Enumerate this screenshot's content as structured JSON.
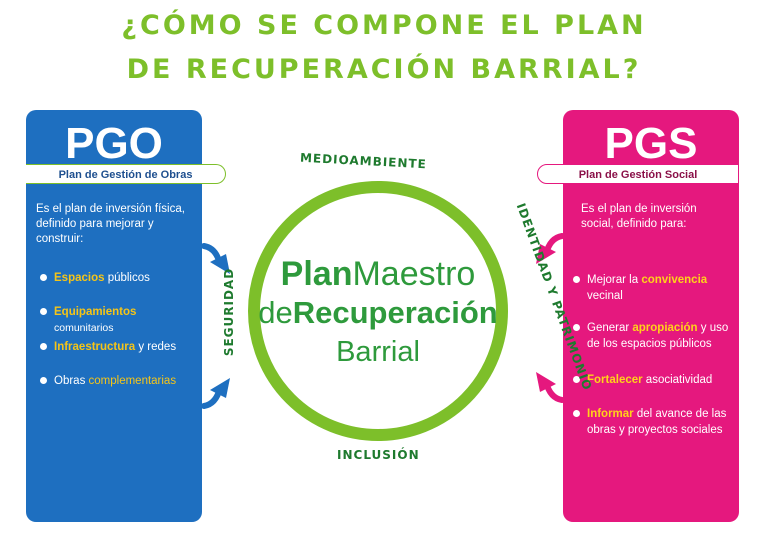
{
  "title": {
    "line1": "¿CÓMO SE COMPONE EL PLAN",
    "line2": "DE RECUPERACIÓN BARRIAL?"
  },
  "pgo": {
    "acronym": "PGO",
    "subtitle": "Plan de Gestión de Obras",
    "description": "Es el plan de inversión física, definido para mejorar y construir:",
    "items": [
      {
        "keyword": "Espacios",
        "rest": " públicos"
      },
      {
        "keyword": "Equipamientos",
        "rest": " comunitarios"
      },
      {
        "keyword": "Infraestructura",
        "rest": " y redes"
      },
      {
        "prefix": "Obras ",
        "keyword": "complementarias"
      }
    ]
  },
  "pgs": {
    "acronym": "PGS",
    "subtitle": "Plan de Gestión Social",
    "description": "Es el plan de inversión social, definido para:",
    "items": [
      {
        "prefix": "Mejorar la ",
        "keyword": "convivencia",
        "rest": " vecinal"
      },
      {
        "prefix": "Generar ",
        "keyword": "apropiación",
        "rest": " y uso de los espacios públicos"
      },
      {
        "keyword": "Fortalecer",
        "rest": " asociatividad"
      },
      {
        "keyword": "Informar",
        "rest": " del avance de las obras y proyectos sociales"
      }
    ]
  },
  "center": {
    "plan": "Plan",
    "maestro": "Maestro",
    "de": "de",
    "recuperacion": "Recuperación",
    "barrial": "Barrial"
  },
  "ring_labels": {
    "top": "MEDIOAMBIENTE",
    "bottom": "INCLUSIÓN",
    "left": "SEGURIDAD",
    "right": "IDENTIDAD Y PATRIMONIO"
  },
  "colors": {
    "green": "#7dbf2a",
    "dark_green": "#2e9a3c",
    "blue": "#1e6fc0",
    "pink": "#e5187e",
    "yellow": "#f5c518"
  }
}
